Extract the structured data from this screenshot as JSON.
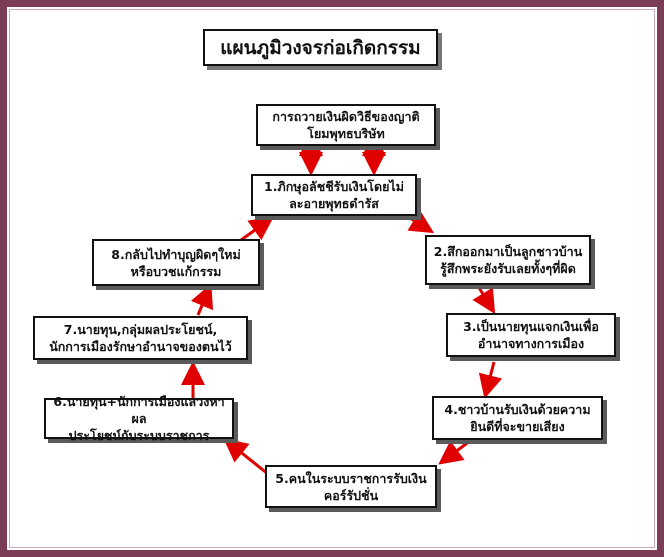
{
  "title": "แผนภูมิวงจรก่อเกิดกรรม",
  "colors": {
    "arrow": "#e00000",
    "frame": "#7a3d55",
    "box_border": "#111111"
  },
  "nodes": {
    "source": "การถวายเงินผิดวิธีของญาติ\nโยมพุทธบริษัท",
    "n1": "1.ภิกษุอลัชชีรับเงินโดยไม่\nละอายพุทธดำรัส",
    "n2": "2.สึกออกมาเป็นลูกชาวบ้าน\nรู้สึกพระยังรับเลยทั้งๆที่ผิด",
    "n3": "3.เป็นนายทุนแจกเงินเพื่อ\nอำนาจทางการเมือง",
    "n4": "4.ชาวบ้านรับเงินด้วยความ\nยินดีที่จะขายเสียง",
    "n5": "5.คนในระบบราชการรับเงิน\nคอร์รัปชั่น",
    "n6": "6.นายทุน+นักการเมืองแสวงหาผล\nประโยชน์กับระบบราชการ",
    "n7": "7.นายทุน,กลุ่มผลประโยชน์,\nนักการเมืองรักษาอำนาจของตนไว้",
    "n8": "8.กลับไปทำบุญผิดๆใหม่\nหรือบวชแก้กรรม"
  }
}
